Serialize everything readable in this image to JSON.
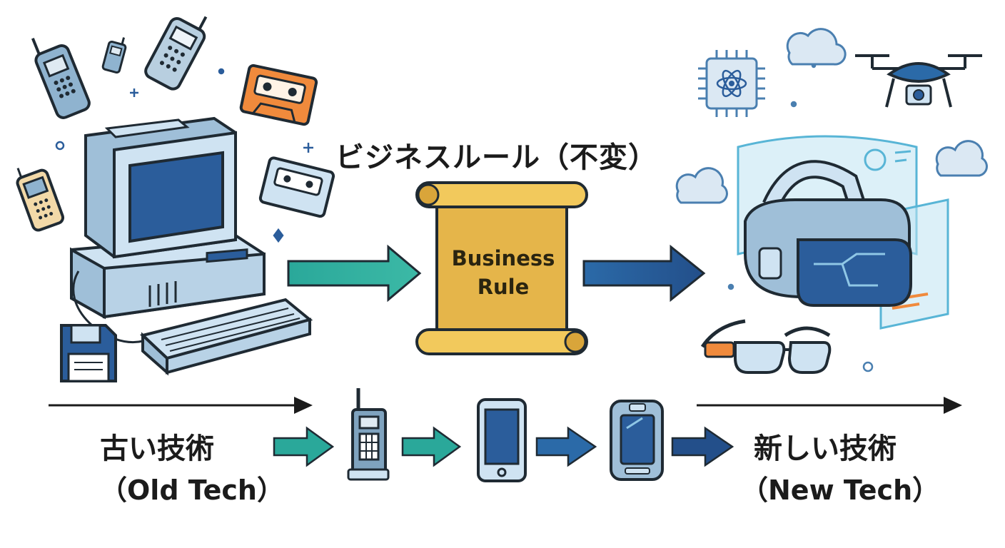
{
  "title": "ビジネスルール（不変）",
  "scroll": {
    "line1": "Business",
    "line2": "Rule"
  },
  "old_tech": {
    "line1": "古い技術",
    "line2": "（Old Tech）"
  },
  "new_tech": {
    "line1": "新しい技術",
    "line2": "（New Tech）"
  },
  "colors": {
    "outline": "#1f2a33",
    "teal": "#2aa89a",
    "blue": "#2b5d9b",
    "gold": "#e5b54a",
    "pale_blue": "#cfe3f2",
    "orange": "#f08a3c"
  },
  "icons": [
    "crt-computer-icon",
    "keyboard-icon",
    "floppy-disk-icon",
    "cordless-phone-icon",
    "cassette-tape-icon",
    "feature-phone-icon",
    "scroll-icon",
    "vr-headset-icon",
    "smart-glasses-icon",
    "drone-icon",
    "chip-icon",
    "cloud-icon",
    "brick-phone-icon",
    "smartphone-icon",
    "rugged-device-icon"
  ]
}
